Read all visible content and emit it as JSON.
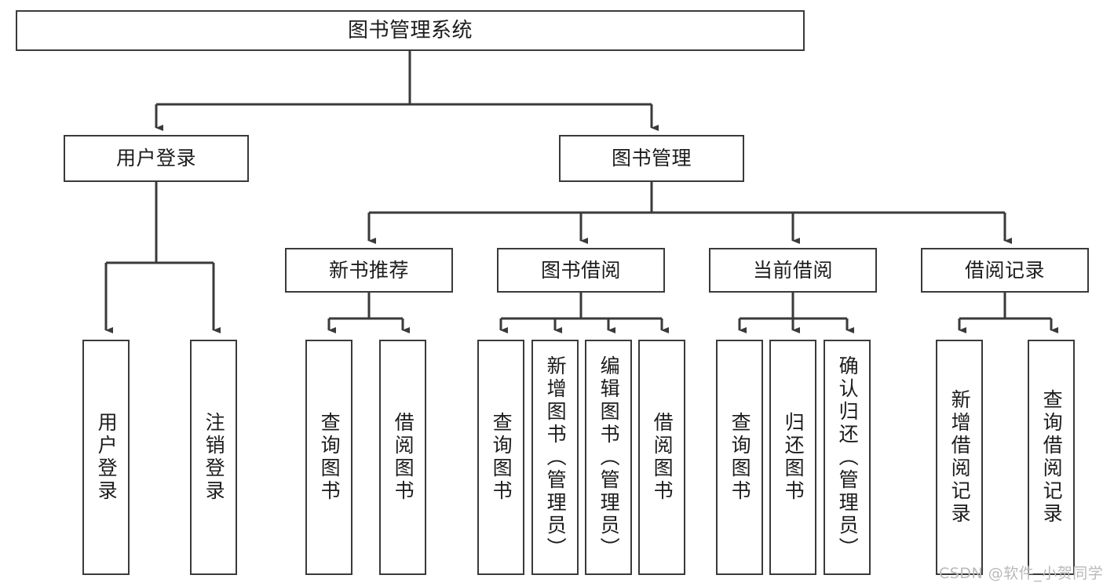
{
  "diagram": {
    "title": "图书管理系统",
    "type": "tree-hierarchy",
    "root": {
      "id": "root",
      "label": "图书管理系统"
    },
    "level1": [
      {
        "id": "user-login",
        "label": "用户登录"
      },
      {
        "id": "book-management",
        "label": "图书管理"
      }
    ],
    "level2": [
      {
        "id": "new-book-recommend",
        "label": "新书推荐",
        "parent": "book-management"
      },
      {
        "id": "book-borrow",
        "label": "图书借阅",
        "parent": "book-management"
      },
      {
        "id": "current-borrow",
        "label": "当前借阅",
        "parent": "book-management"
      },
      {
        "id": "borrow-record",
        "label": "借阅记录",
        "parent": "book-management"
      }
    ],
    "leaves": [
      {
        "id": "leaf-user-login",
        "label": "用户登录",
        "parent": "user-login"
      },
      {
        "id": "leaf-logout-login",
        "label": "注销登录",
        "parent": "user-login"
      },
      {
        "id": "leaf-query-book-1",
        "label": "查询图书",
        "parent": "new-book-recommend"
      },
      {
        "id": "leaf-borrow-book-1",
        "label": "借阅图书",
        "parent": "new-book-recommend"
      },
      {
        "id": "leaf-query-book-2",
        "label": "查询图书",
        "parent": "book-borrow"
      },
      {
        "id": "leaf-add-book",
        "label": "新增图书（管理员）",
        "parent": "book-borrow"
      },
      {
        "id": "leaf-edit-book",
        "label": "编辑图书（管理员）",
        "parent": "book-borrow"
      },
      {
        "id": "leaf-borrow-book-2",
        "label": "借阅图书",
        "parent": "book-borrow"
      },
      {
        "id": "leaf-query-book-3",
        "label": "查询图书",
        "parent": "current-borrow"
      },
      {
        "id": "leaf-return-book",
        "label": "归还图书",
        "parent": "current-borrow"
      },
      {
        "id": "leaf-confirm-return",
        "label": "确认归还（管理员）",
        "parent": "current-borrow"
      },
      {
        "id": "leaf-add-record",
        "label": "新增借阅记录",
        "parent": "borrow-record"
      },
      {
        "id": "leaf-query-record",
        "label": "查询借阅记录",
        "parent": "borrow-record"
      }
    ],
    "colors": {
      "stroke": "#3a3a3a",
      "fill": "#ffffff",
      "text": "#1c1c1c",
      "watermark": "#b9b9b9"
    }
  },
  "watermark": {
    "text": "CSDN @软件_小贺同学"
  }
}
